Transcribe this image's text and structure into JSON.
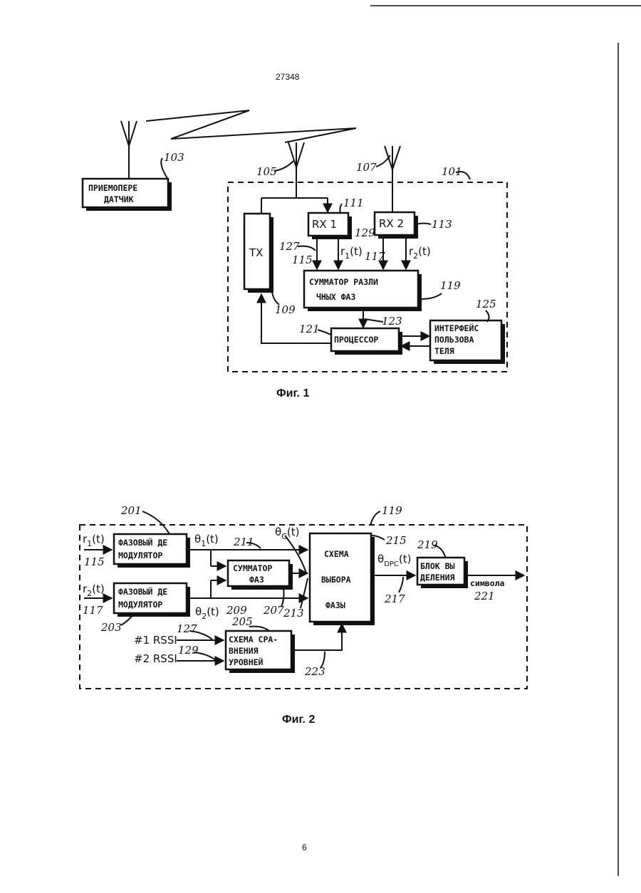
{
  "page": {
    "doc_number": "27348",
    "page_number": "6"
  },
  "fig1": {
    "caption": "Фиг. 1",
    "transceiver": {
      "line1": "ПРИЕМОПЕРЕ",
      "line2": "ДАТЧИК",
      "ref": "103"
    },
    "antenna_refs": {
      "a105": "105",
      "a107": "107"
    },
    "device_ref": "101",
    "tx": {
      "label": "TX",
      "ref": "109"
    },
    "rx1": {
      "label": "RX  1",
      "ref": "111"
    },
    "rx2": {
      "label": "RX  2",
      "ref": "113"
    },
    "combiner": {
      "line1": "СУММАТОР РАЗЛИ",
      "line2": "ЧНЫХ ФАЗ",
      "ref": "119"
    },
    "processor": {
      "label": "ПРОЦЕССОР",
      "ref": "121"
    },
    "interface": {
      "line1": "ИНТЕРФЕЙС",
      "line2": "ПОЛЬЗОВА",
      "line3": "ТЕЛЯ",
      "ref": "125"
    },
    "signals": {
      "r1": "r",
      "r1_sub": "1",
      "r1_t": "(t)",
      "r2": "r",
      "r2_sub": "2",
      "r2_t": "(t)",
      "ref115": "115",
      "ref117": "117",
      "ref127": "127",
      "ref129": "129",
      "ref123": "123"
    }
  },
  "fig2": {
    "caption": "Фиг. 2",
    "boundary_ref": "119",
    "demod1": {
      "line1": "ФАЗОВЫЙ ДЕ",
      "line2": "МОДУЛЯТОР",
      "ref": "201"
    },
    "demod2": {
      "line1": "ФАЗОВЫЙ ДЕ",
      "line2": "МОДУЛЯТОР",
      "ref": "203"
    },
    "phase_sum": {
      "line1": "СУММАТОР",
      "line2": "ФАЗ",
      "ref": "207"
    },
    "level_compare": {
      "line1": "СХЕМА СРА-",
      "line2": "ВНЕНИЯ",
      "line3": "УРОВНЕЙ",
      "ref": "205"
    },
    "phase_select": {
      "line1": "СХЕМА",
      "line2": "ВЫБОРА",
      "line3": "ФАЗЫ",
      "ref": "215"
    },
    "symbol_block": {
      "line1": "БЛОК ВЫ",
      "line2": "ДЕЛЕНИЯ",
      "ref": "219"
    },
    "output": {
      "label": "символа",
      "ref": "221"
    },
    "inputs": {
      "r1": "r",
      "r1_sub": "1",
      "r1_t": "(t)",
      "ref115": "115",
      "r2": "r",
      "r2_sub": "2",
      "r2_t": "(t)",
      "ref117": "117",
      "rssi1": "#1  RSSI",
      "ref127": "127",
      "rssi2": "#2  RSSI",
      "ref129": "129"
    },
    "signals": {
      "theta1": "θ",
      "theta1_sub": "1",
      "theta1_t": "(t)",
      "theta2": "θ",
      "theta2_sub": "2",
      "theta2_t": "(t)",
      "thetaC": "θ",
      "thetaC_sub": "C",
      "thetaC_t": "(t)",
      "thetaDPC": "θ",
      "thetaDPC_sub": "DPC",
      "thetaDPC_t": "(t)",
      "ref209": "209",
      "ref211": "211",
      "ref213": "213",
      "ref217": "217",
      "ref223": "223"
    }
  }
}
